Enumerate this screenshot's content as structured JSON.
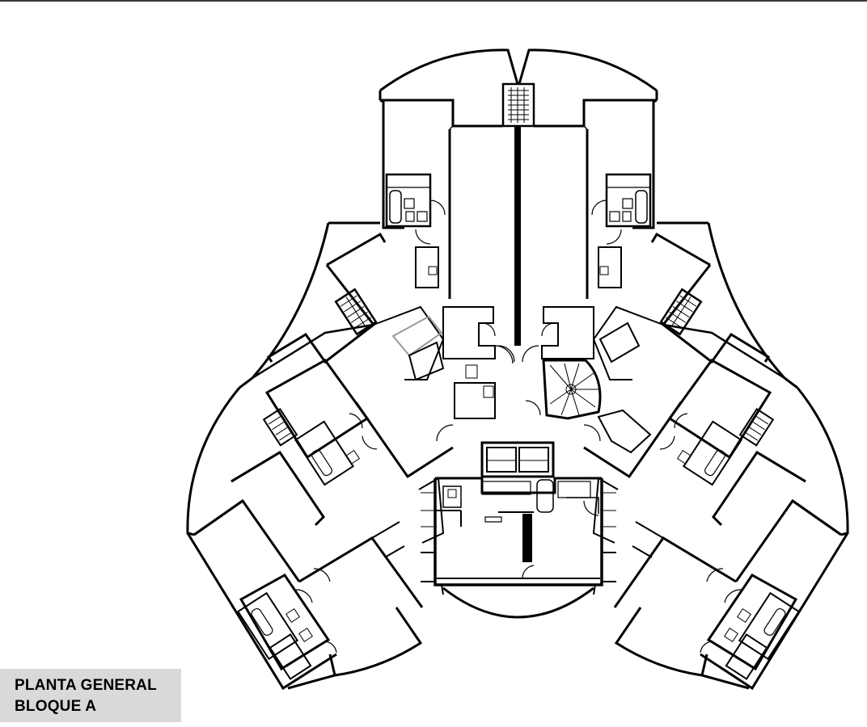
{
  "caption": {
    "line1": "PLANTA GENERAL",
    "line2": "BLOQUE A"
  },
  "colors": {
    "wall": "#000000",
    "background": "#ffffff",
    "caption_bg": "#d9d9d9",
    "top_rule": "#3a3a3a"
  },
  "plan": {
    "type": "architectural-floor-plan",
    "wings": 3,
    "symmetry": "three-fold around central core",
    "elements": [
      "apartments",
      "bathrooms",
      "kitchens",
      "stair-core",
      "elevators",
      "curved-terraces"
    ]
  }
}
